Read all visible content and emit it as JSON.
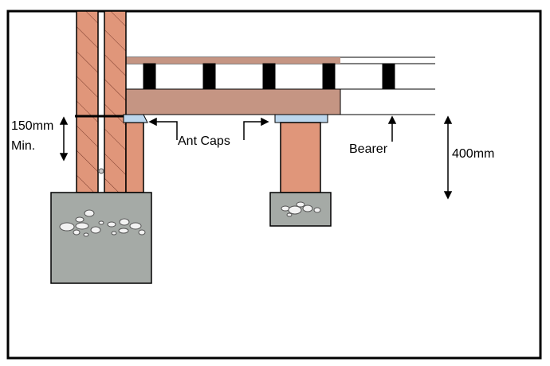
{
  "labels": {
    "clearance": "150mm",
    "clearance_suffix": "Min.",
    "ant_caps": "Ant Caps",
    "bearer": "Bearer",
    "height": "400mm"
  },
  "colors": {
    "brick": "#e0967a",
    "timber": "#c59583",
    "ant_cap": "#bcd7ee",
    "concrete": "#a5aaa6",
    "frame": "#000000",
    "joist": "#000000"
  },
  "icons": {
    "aggregate": "pebble-icon",
    "pointer": "arrow-icon"
  }
}
